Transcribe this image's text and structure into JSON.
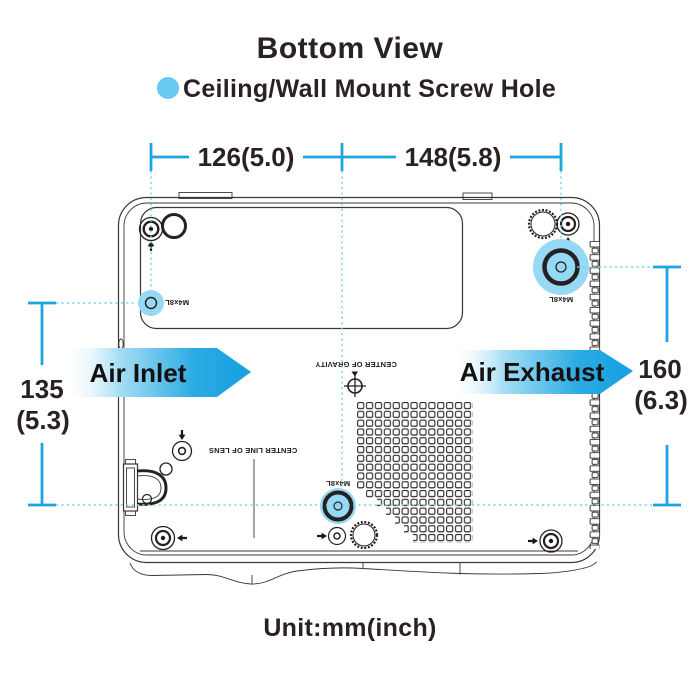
{
  "title": "Bottom View",
  "legend": {
    "label": "Ceiling/Wall Mount Screw Hole"
  },
  "dimensions": {
    "top_left_width": "126(5.0)",
    "top_right_width": "148(5.8)",
    "left_mm": "135",
    "left_inch": "(5.3)",
    "right_mm": "160",
    "right_inch": "(6.3)"
  },
  "labels": {
    "air_inlet": "Air Inlet",
    "air_exhaust": "Air Exhaust",
    "center_of_gravity": "CENTER OF GRAVITY",
    "center_line_of_lens": "CENTER LINE OF LENS",
    "screw_spec": "M4x8L",
    "unit": "Unit:mm(inch)"
  },
  "colors": {
    "dimension_blue": "#1da5e2",
    "dotted_cyan": "#7ed1ee",
    "screw_halo": "#96d9f4",
    "legend_dot": "#68c8ee",
    "line_art": "#3c3736",
    "text_dark": "#292122",
    "arrow_blue": "#149fe0"
  }
}
